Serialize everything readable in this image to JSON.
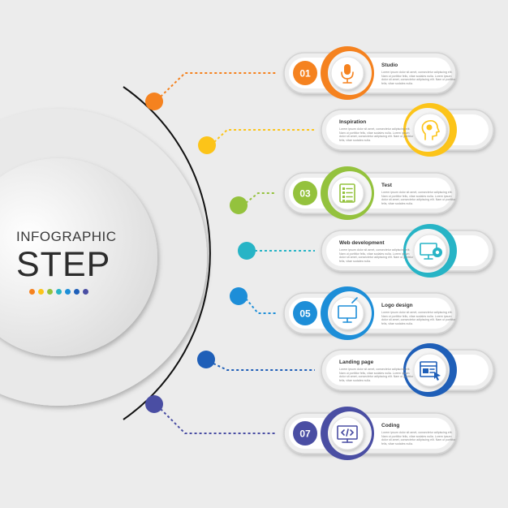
{
  "title": {
    "line1": "INFOGRAPHIC",
    "line2": "STEP"
  },
  "dot_colors": [
    "#f5821f",
    "#fcc419",
    "#94c23d",
    "#27b4c6",
    "#1d8ed8",
    "#1f5fb8",
    "#4a4ea3"
  ],
  "filler_text": "Lorem ipsum dolor sit amet, consectetur adipiscing elit. Nam ut porttitor felis, vitae sodales nulla.",
  "steps": [
    {
      "number": "01",
      "label": "Studio",
      "icon": "microphone-icon",
      "color": "#f5821f",
      "side": "left"
    },
    {
      "number": "",
      "label": "Inspiration",
      "icon": "idea-head-icon",
      "color": "#fcc419",
      "side": "right"
    },
    {
      "number": "03",
      "label": "Test",
      "icon": "checklist-icon",
      "color": "#94c23d",
      "side": "left"
    },
    {
      "number": "",
      "label": "Web development",
      "icon": "monitor-gear-icon",
      "color": "#27b4c6",
      "side": "right"
    },
    {
      "number": "05",
      "label": "Logo design",
      "icon": "logo-monitor-icon",
      "color": "#1d8ed8",
      "side": "left"
    },
    {
      "number": "",
      "label": "Landing page",
      "icon": "browser-cursor-icon",
      "color": "#1f5fb8",
      "side": "right"
    },
    {
      "number": "07",
      "label": "Coding",
      "icon": "code-monitor-icon",
      "color": "#4a4ea3",
      "side": "left"
    }
  ]
}
